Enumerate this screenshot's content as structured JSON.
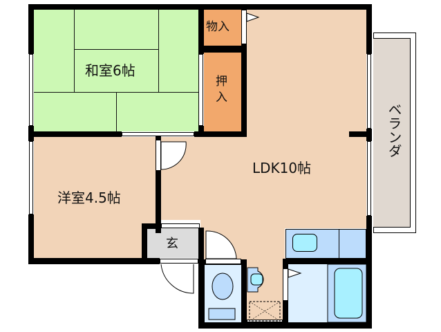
{
  "floor_plan": {
    "rooms": [
      {
        "id": "washitsu",
        "label": "和室6帖",
        "type": "japanese-room",
        "color": "#ccf8b4"
      },
      {
        "id": "yoshitsu",
        "label": "洋室4.5帖",
        "type": "western-room",
        "color": "#f2d4b8"
      },
      {
        "id": "ldk",
        "label": "LDK10帖",
        "type": "living-dining-kitchen",
        "color": "#f2d4b8"
      },
      {
        "id": "storage",
        "label": "物入",
        "type": "storage",
        "color": "#f2a86c"
      },
      {
        "id": "closet",
        "label": "押入",
        "label_line1": "押",
        "label_line2": "入",
        "type": "closet",
        "color": "#f2a86c"
      },
      {
        "id": "genkan",
        "label": "玄",
        "type": "entrance",
        "color": "#dcdcdc"
      },
      {
        "id": "veranda",
        "label": "ベランダ",
        "type": "balcony",
        "color": "#e0d8d0"
      },
      {
        "id": "toilet",
        "label": "",
        "type": "toilet",
        "color": "#ddf0ff"
      },
      {
        "id": "bath",
        "label": "",
        "type": "bathroom",
        "color": "#ddf0ff"
      },
      {
        "id": "kitchen",
        "label": "",
        "type": "kitchen-counter",
        "color": "#bcdcfc"
      }
    ],
    "colors": {
      "wall": "#000000",
      "fixture": "#bcdcfc",
      "fixture_inner": "#a8f0ff",
      "wet_area": "#ddf0ff"
    }
  }
}
